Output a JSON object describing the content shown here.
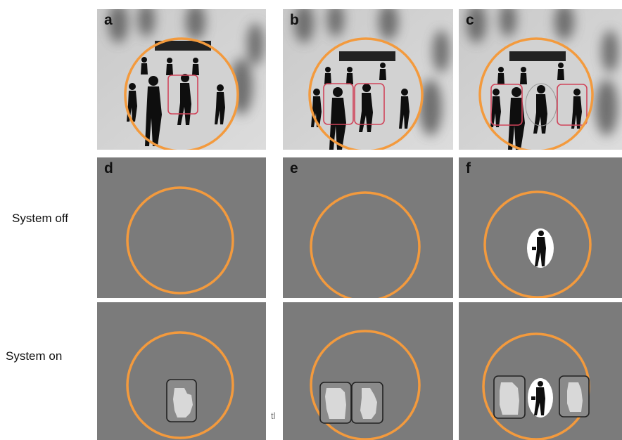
{
  "panels": {
    "a": {
      "label": "a"
    },
    "b": {
      "label": "b"
    },
    "c": {
      "label": "c"
    },
    "d": {
      "label": "d"
    },
    "e": {
      "label": "e"
    },
    "f": {
      "label": "f"
    }
  },
  "row_labels": {
    "system_off": "System off",
    "system_on": "System on"
  },
  "stray_mark": "tl",
  "colors": {
    "ring": "#f39a3d",
    "detection_box": "#d0445a",
    "phosphene_box": "#222222",
    "simulated_background": "#7b7b7b",
    "scene_background": "#cfcfcf"
  }
}
